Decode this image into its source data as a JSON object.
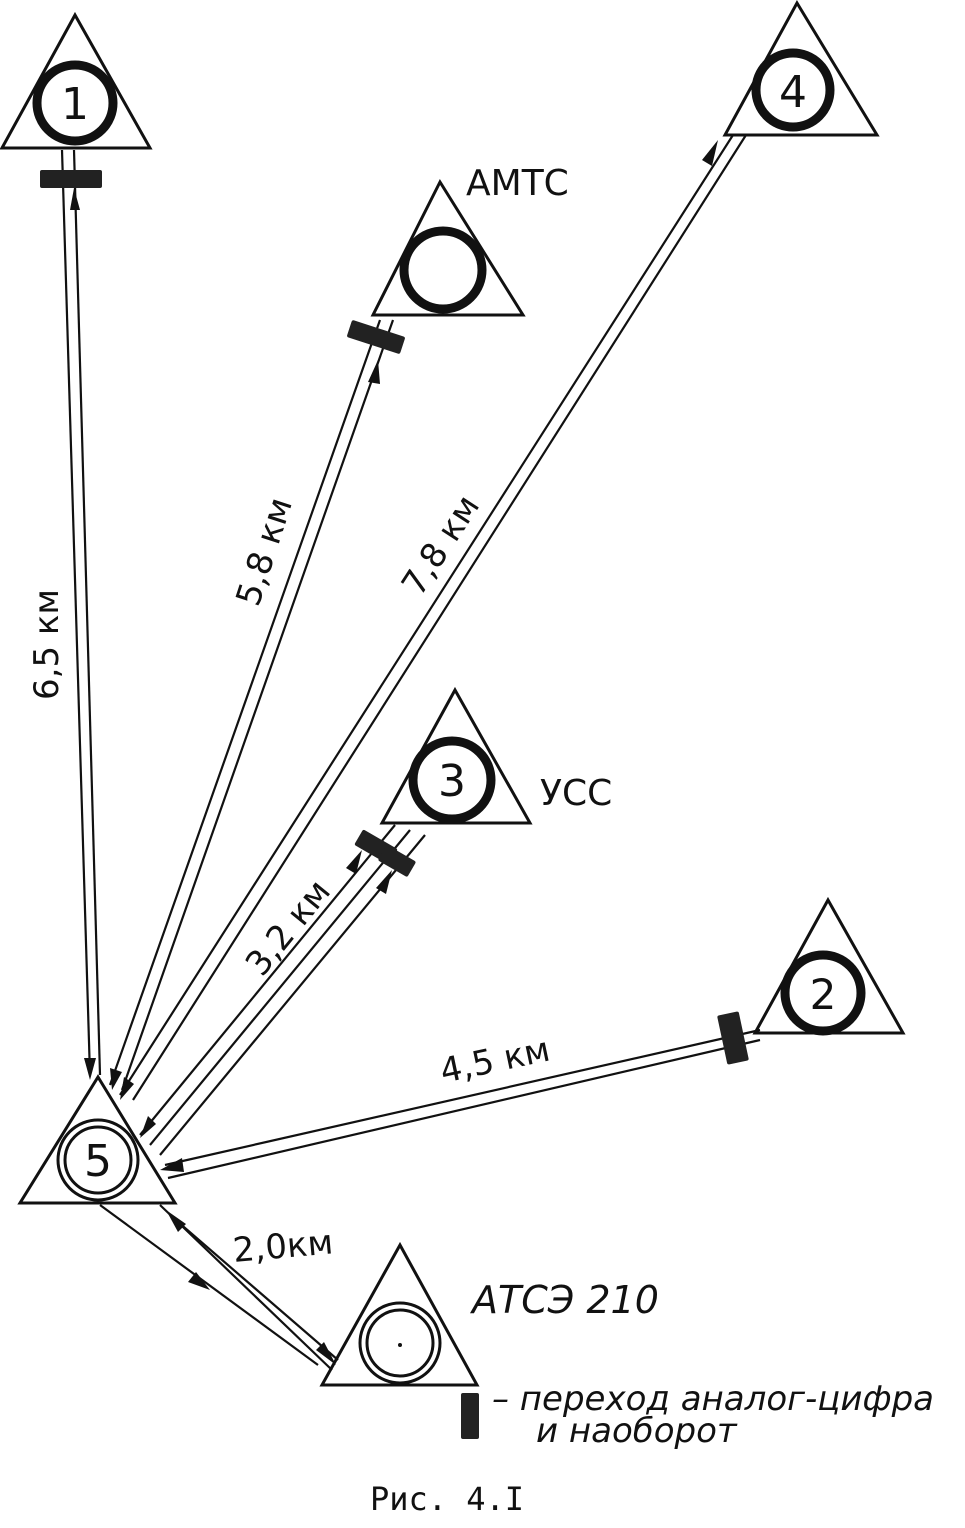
{
  "nodes": {
    "n1": {
      "number": "1"
    },
    "n2": {
      "number": "2"
    },
    "n3": {
      "number": "3",
      "label": "УСС"
    },
    "n4": {
      "number": "4"
    },
    "n5": {
      "number": "5"
    },
    "amts": {
      "label": "АМТС"
    },
    "atse": {
      "label": "АТСЭ 210"
    }
  },
  "links": {
    "l1": {
      "distance": "6,5 км"
    },
    "l_amts": {
      "distance": "5,8 км"
    },
    "l4": {
      "distance": "7,8 км"
    },
    "l3": {
      "distance": "3,2 км"
    },
    "l2": {
      "distance": "4,5 км"
    },
    "l_atse": {
      "distance": "2,0км"
    }
  },
  "legend": {
    "line1": "– переход аналог-цифра",
    "line2": "и  наоборот"
  },
  "caption": "Рис. 4.I"
}
